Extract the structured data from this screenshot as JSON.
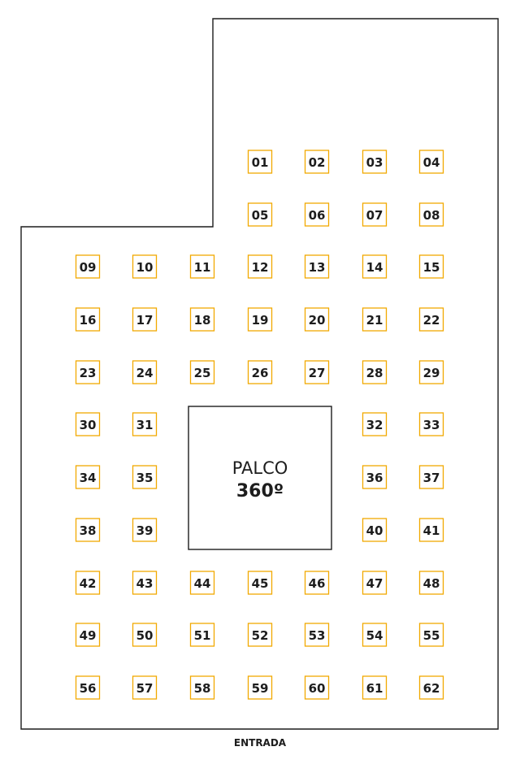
{
  "stage": {
    "title": "PALCO",
    "subtitle": "360º"
  },
  "entrance_label": "ENTRADA",
  "colors": {
    "stand_border": "#f2a900",
    "outline": "#1d1d1d",
    "text": "#1d1d1d",
    "background": "#ffffff"
  },
  "stands": [
    "01",
    "02",
    "03",
    "04",
    "05",
    "06",
    "07",
    "08",
    "09",
    "10",
    "11",
    "12",
    "13",
    "14",
    "15",
    "16",
    "17",
    "18",
    "19",
    "20",
    "21",
    "22",
    "23",
    "24",
    "25",
    "26",
    "27",
    "28",
    "29",
    "30",
    "31",
    "32",
    "33",
    "34",
    "35",
    "36",
    "37",
    "38",
    "39",
    "40",
    "41",
    "42",
    "43",
    "44",
    "45",
    "46",
    "47",
    "48",
    "49",
    "50",
    "51",
    "52",
    "53",
    "54",
    "55",
    "56",
    "57",
    "58",
    "59",
    "60",
    "61",
    "62"
  ]
}
